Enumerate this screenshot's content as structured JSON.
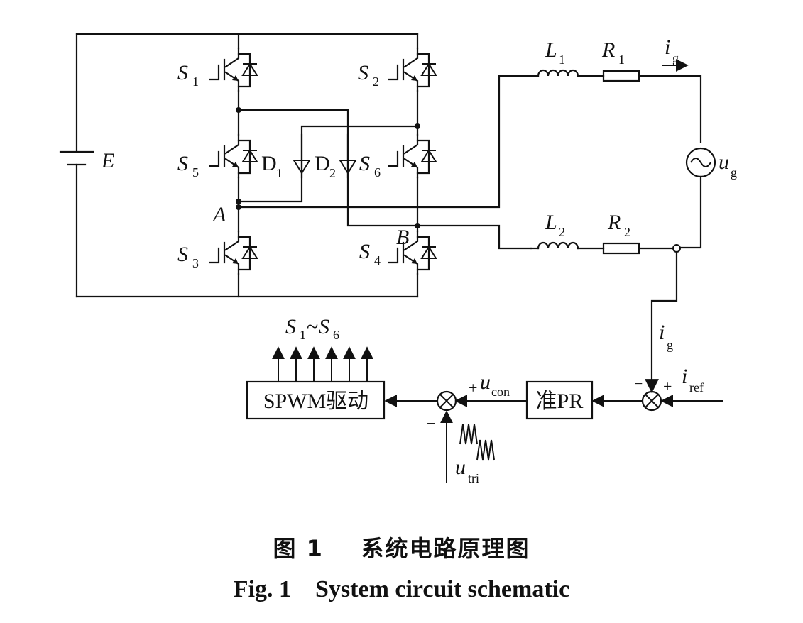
{
  "labels": {
    "E": "E",
    "S": "S",
    "n1": "1",
    "n2": "2",
    "n3": "3",
    "n4": "4",
    "n5": "5",
    "n6": "6",
    "D": "D",
    "A": "A",
    "B": "B",
    "L": "L",
    "R": "R",
    "i": "i",
    "g": "g",
    "u": "u",
    "ref": "ref",
    "con": "con",
    "tri": "tri",
    "tilde": "~",
    "plus": "+",
    "minus": "−"
  },
  "blocks": {
    "spwm": "SPWM驱动",
    "pr": "准PR"
  },
  "caption": {
    "cn_num": "图 1",
    "cn_text": "系统电路原理图",
    "en_num": "Fig. 1",
    "en_text": "System circuit schematic"
  }
}
